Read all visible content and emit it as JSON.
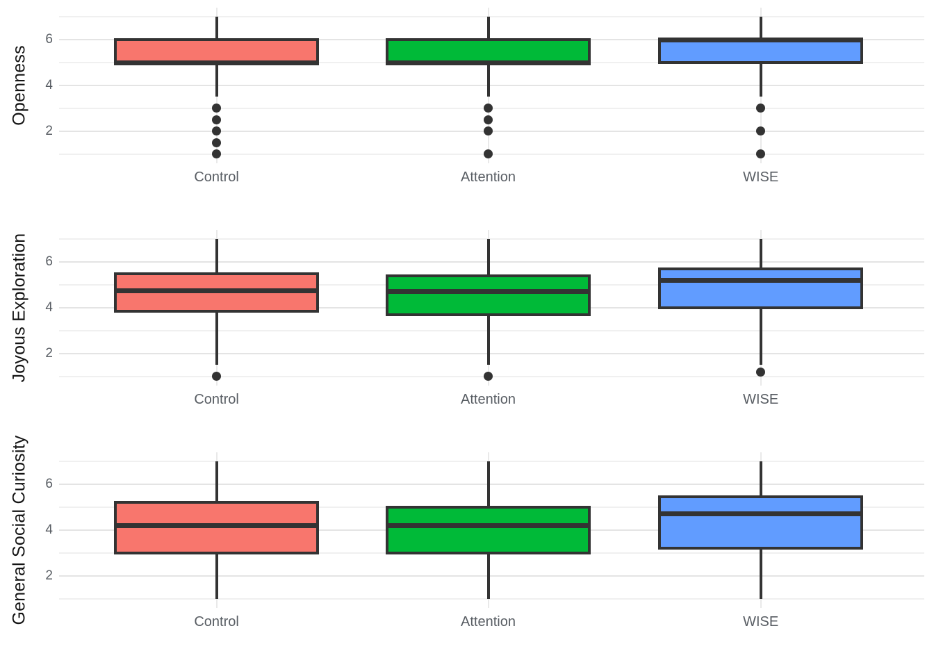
{
  "figure": {
    "background": "#ffffff"
  },
  "palette": {
    "Control": "#F8766D",
    "Attention": "#00BA38",
    "WISE": "#619CFF"
  },
  "styles": {
    "box_outline": "#333333",
    "median_color": "#333333",
    "outlier_color": "#333333",
    "grid_major": "#e4e4e4",
    "grid_minor": "#f0f0f0",
    "tick_label_color": "#585d63",
    "axis_title_color": "#141414"
  },
  "chart_data": [
    {
      "type": "boxplot",
      "title": "",
      "xlabel": "",
      "ylabel": "Openness",
      "categories": [
        "Control",
        "Attention",
        "WISE"
      ],
      "ylim": [
        1,
        7
      ],
      "yticks": [
        2,
        4,
        6
      ],
      "grid": "on",
      "legend": "none",
      "series": [
        {
          "name": "Control",
          "color": "#F8766D",
          "whisker_low": 3.5,
          "q1": 5.0,
          "median": 5.0,
          "q3": 6.0,
          "whisker_high": 7.0,
          "outliers": [
            3.0,
            2.5,
            2.0,
            1.5,
            1.0
          ]
        },
        {
          "name": "Attention",
          "color": "#00BA38",
          "whisker_low": 3.5,
          "q1": 5.0,
          "median": 5.0,
          "q3": 6.0,
          "whisker_high": 7.0,
          "outliers": [
            3.0,
            2.5,
            2.0,
            1.0
          ]
        },
        {
          "name": "WISE",
          "color": "#619CFF",
          "whisker_low": 3.5,
          "q1": 5.0,
          "median": 6.0,
          "q3": 6.0,
          "whisker_high": 7.0,
          "outliers": [
            3.0,
            2.0,
            1.0
          ]
        }
      ]
    },
    {
      "type": "boxplot",
      "title": "",
      "xlabel": "",
      "ylabel": "Joyous Exploration",
      "categories": [
        "Control",
        "Attention",
        "WISE"
      ],
      "ylim": [
        1,
        7
      ],
      "yticks": [
        2,
        4,
        6
      ],
      "grid": "on",
      "legend": "none",
      "series": [
        {
          "name": "Control",
          "color": "#F8766D",
          "whisker_low": 1.5,
          "q1": 3.85,
          "median": 4.75,
          "q3": 5.5,
          "whisker_high": 7.0,
          "outliers": [
            1.0
          ]
        },
        {
          "name": "Attention",
          "color": "#00BA38",
          "whisker_low": 1.5,
          "q1": 3.7,
          "median": 4.7,
          "q3": 5.4,
          "whisker_high": 7.0,
          "outliers": [
            1.0
          ]
        },
        {
          "name": "WISE",
          "color": "#619CFF",
          "whisker_low": 1.5,
          "q1": 4.0,
          "median": 5.2,
          "q3": 5.7,
          "whisker_high": 7.0,
          "outliers": [
            1.2
          ]
        }
      ]
    },
    {
      "type": "boxplot",
      "title": "",
      "xlabel": "",
      "ylabel": "General Social Curiosity",
      "categories": [
        "Control",
        "Attention",
        "WISE"
      ],
      "ylim": [
        1,
        7
      ],
      "yticks": [
        2,
        4,
        6
      ],
      "grid": "on",
      "legend": "none",
      "series": [
        {
          "name": "Control",
          "color": "#F8766D",
          "whisker_low": 1.0,
          "q1": 3.0,
          "median": 4.2,
          "q3": 5.2,
          "whisker_high": 7.0,
          "outliers": []
        },
        {
          "name": "Attention",
          "color": "#00BA38",
          "whisker_low": 1.0,
          "q1": 3.0,
          "median": 4.2,
          "q3": 5.0,
          "whisker_high": 7.0,
          "outliers": []
        },
        {
          "name": "WISE",
          "color": "#619CFF",
          "whisker_low": 1.0,
          "q1": 3.2,
          "median": 4.7,
          "q3": 5.45,
          "whisker_high": 7.0,
          "outliers": []
        }
      ]
    }
  ]
}
